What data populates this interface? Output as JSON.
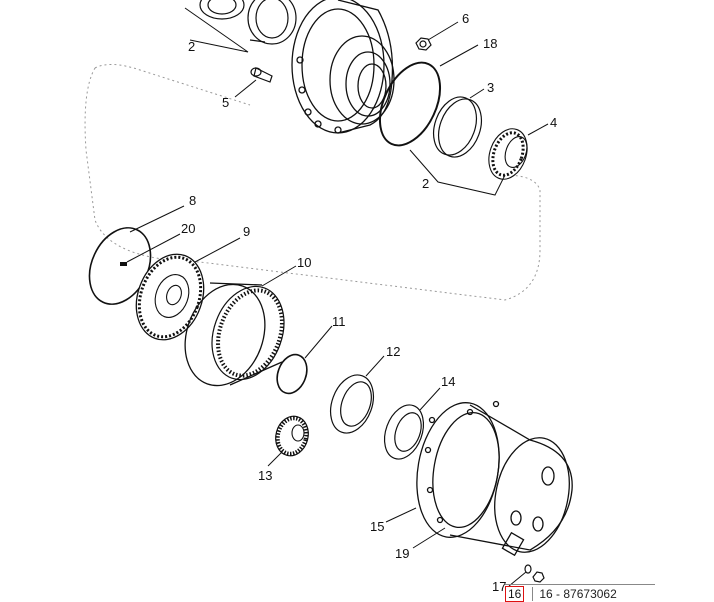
{
  "callouts": [
    {
      "id": "c2a",
      "text": "2"
    },
    {
      "id": "c6",
      "text": "6"
    },
    {
      "id": "c18",
      "text": "18"
    },
    {
      "id": "c5",
      "text": "5"
    },
    {
      "id": "c3",
      "text": "3"
    },
    {
      "id": "c4",
      "text": "4"
    },
    {
      "id": "c2b",
      "text": "2"
    },
    {
      "id": "c8",
      "text": "8"
    },
    {
      "id": "c20",
      "text": "20"
    },
    {
      "id": "c9",
      "text": "9"
    },
    {
      "id": "c10",
      "text": "10"
    },
    {
      "id": "c11",
      "text": "11"
    },
    {
      "id": "c12",
      "text": "12"
    },
    {
      "id": "c14",
      "text": "14"
    },
    {
      "id": "c13",
      "text": "13"
    },
    {
      "id": "c15",
      "text": "15"
    },
    {
      "id": "c19",
      "text": "19"
    },
    {
      "id": "c17",
      "text": "17"
    }
  ],
  "part_reference": {
    "index": "16",
    "label": "16 - 87673062",
    "highlight_color": "#dd1111"
  }
}
